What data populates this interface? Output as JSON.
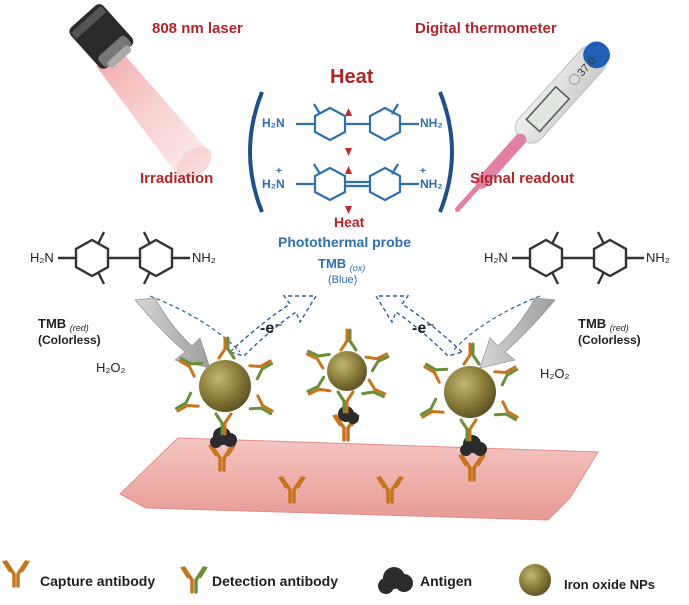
{
  "labels": {
    "laser": "808 nm laser",
    "thermometer": "Digital thermometer",
    "irradiation": "Irradiation",
    "signal_readout": "Signal readout",
    "heat_top": "Heat",
    "heat_bottom": "Heat",
    "photothermal_probe": "Photothermal probe",
    "tmb_ox_main": "TMB",
    "tmb_ox_sub": "(ox)",
    "tmb_ox_color": "(Blue)",
    "tmb_red_left_main": "TMB",
    "tmb_red_left_sub": "(red)",
    "tmb_red_left_color": "(Colorless)",
    "tmb_red_right_main": "TMB",
    "tmb_red_right_sub": "(red)",
    "tmb_red_right_color": "(Colorless)",
    "h2o2_left": "H₂O₂",
    "h2o2_right": "H₂O₂",
    "electron_left": "-e⁻",
    "electron_right": "-e⁻",
    "thermometer_reading": "37.0",
    "amine": "H₂N",
    "amine_r": "NH₂",
    "imine": "H₂N",
    "imine_r": "NH₂",
    "plus": "+"
  },
  "legend": [
    {
      "label": "Capture antibody",
      "icon": "capture-antibody-icon"
    },
    {
      "label": "Detection antibody",
      "icon": "detection-antibody-icon"
    },
    {
      "label": "Antigen",
      "icon": "antigen-icon"
    },
    {
      "label": "Iron oxide NPs",
      "icon": "iron-oxide-np-icon"
    }
  ],
  "colors": {
    "red_text": "#b0262b",
    "blue_text": "#2e6fae",
    "capture_antibody": "#c8741e",
    "detection_antibody": "#6b8e3a",
    "nanoparticle": "#8b7d3a",
    "antigen": "#2b2b2b",
    "substrate": "#f1b7b4"
  }
}
